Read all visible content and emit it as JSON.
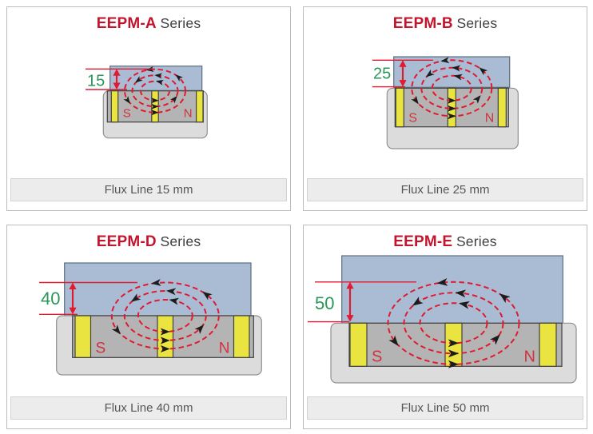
{
  "colors": {
    "brand_red": "#c3142e",
    "title_suffix_gray": "#3d3d3d",
    "flux_red": "#e01b31",
    "dimension_green": "#2a9657",
    "workpiece_blue": "#a9bcd4",
    "workpiece_blue_border": "#5f6d7e",
    "magnet_gray": "#b4b4b4",
    "magnet_gray_border": "#414141",
    "base_gray": "#dcdcdc",
    "base_gray_border": "#909090",
    "pole_yellow": "#eae440",
    "pole_label_red": "#d2323e",
    "arrow_black": "#1c1c1c"
  },
  "panels": [
    {
      "code": "EEPM-A",
      "suffix": "Series",
      "dimension_label": "15",
      "flux_mm": 15,
      "caption": "Flux Line 15 mm",
      "pole_left_label": "S",
      "pole_right_label": "N"
    },
    {
      "code": "EEPM-B",
      "suffix": "Series",
      "dimension_label": "25",
      "flux_mm": 25,
      "caption": "Flux Line 25 mm",
      "pole_left_label": "S",
      "pole_right_label": "N"
    },
    {
      "code": "EEPM-D",
      "suffix": "Series",
      "dimension_label": "40",
      "flux_mm": 40,
      "caption": "Flux Line 40 mm",
      "pole_left_label": "S",
      "pole_right_label": "N"
    },
    {
      "code": "EEPM-E",
      "suffix": "Series",
      "dimension_label": "50",
      "flux_mm": 50,
      "caption": "Flux Line 50 mm",
      "pole_left_label": "S",
      "pole_right_label": "N"
    }
  ]
}
